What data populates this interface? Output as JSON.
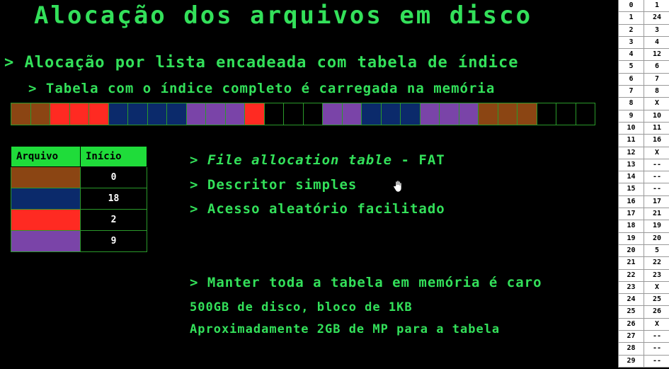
{
  "slide": {
    "title": "Alocação dos arquivos em disco",
    "bullet1": "> Alocação por lista encadeada com tabela de índice",
    "bullet2": "> Tabela com o índice completo é carregada na memória"
  },
  "colors": {
    "brown": "#8b4513",
    "navy": "#0b2a6b",
    "red": "#ff2a22",
    "purple": "#7a44a8",
    "black": "#000000",
    "text_green": "#33e05a",
    "header_green": "#1fdc3a"
  },
  "disk_blocks": [
    "brown",
    "brown",
    "red",
    "red",
    "red",
    "navy",
    "navy",
    "navy",
    "navy",
    "purple",
    "purple",
    "purple",
    "red",
    "black",
    "black",
    "black",
    "purple",
    "purple",
    "navy",
    "navy",
    "navy",
    "purple",
    "purple",
    "purple",
    "brown",
    "brown",
    "brown",
    "black",
    "black",
    "black"
  ],
  "file_table": {
    "headers": [
      "Arquivo",
      "Início"
    ],
    "rows": [
      {
        "color": "brown",
        "start": "0"
      },
      {
        "color": "navy",
        "start": "18"
      },
      {
        "color": "red",
        "start": "2"
      },
      {
        "color": "purple",
        "start": "9"
      }
    ]
  },
  "points": {
    "p1_prefix": "> ",
    "p1_italic": "File allocation table",
    "p1_suffix": " - FAT",
    "p2": "> Descritor simples",
    "p3": "> Acesso aleatório facilitado",
    "p4": "> Manter toda a tabela em memória é caro",
    "p5": "500GB de disco, bloco de 1KB",
    "p6": "Aproximadamente 2GB de MP para a tabela"
  },
  "fat": [
    [
      "0",
      "1"
    ],
    [
      "1",
      "24"
    ],
    [
      "2",
      "3"
    ],
    [
      "3",
      "4"
    ],
    [
      "4",
      "12"
    ],
    [
      "5",
      "6"
    ],
    [
      "6",
      "7"
    ],
    [
      "7",
      "8"
    ],
    [
      "8",
      "X"
    ],
    [
      "9",
      "10"
    ],
    [
      "10",
      "11"
    ],
    [
      "11",
      "16"
    ],
    [
      "12",
      "X"
    ],
    [
      "13",
      "--"
    ],
    [
      "14",
      "--"
    ],
    [
      "15",
      "--"
    ],
    [
      "16",
      "17"
    ],
    [
      "17",
      "21"
    ],
    [
      "18",
      "19"
    ],
    [
      "19",
      "20"
    ],
    [
      "20",
      "5"
    ],
    [
      "21",
      "22"
    ],
    [
      "22",
      "23"
    ],
    [
      "23",
      "X"
    ],
    [
      "24",
      "25"
    ],
    [
      "25",
      "26"
    ],
    [
      "26",
      "X"
    ],
    [
      "27",
      "--"
    ],
    [
      "28",
      "--"
    ],
    [
      "29",
      "--"
    ]
  ]
}
